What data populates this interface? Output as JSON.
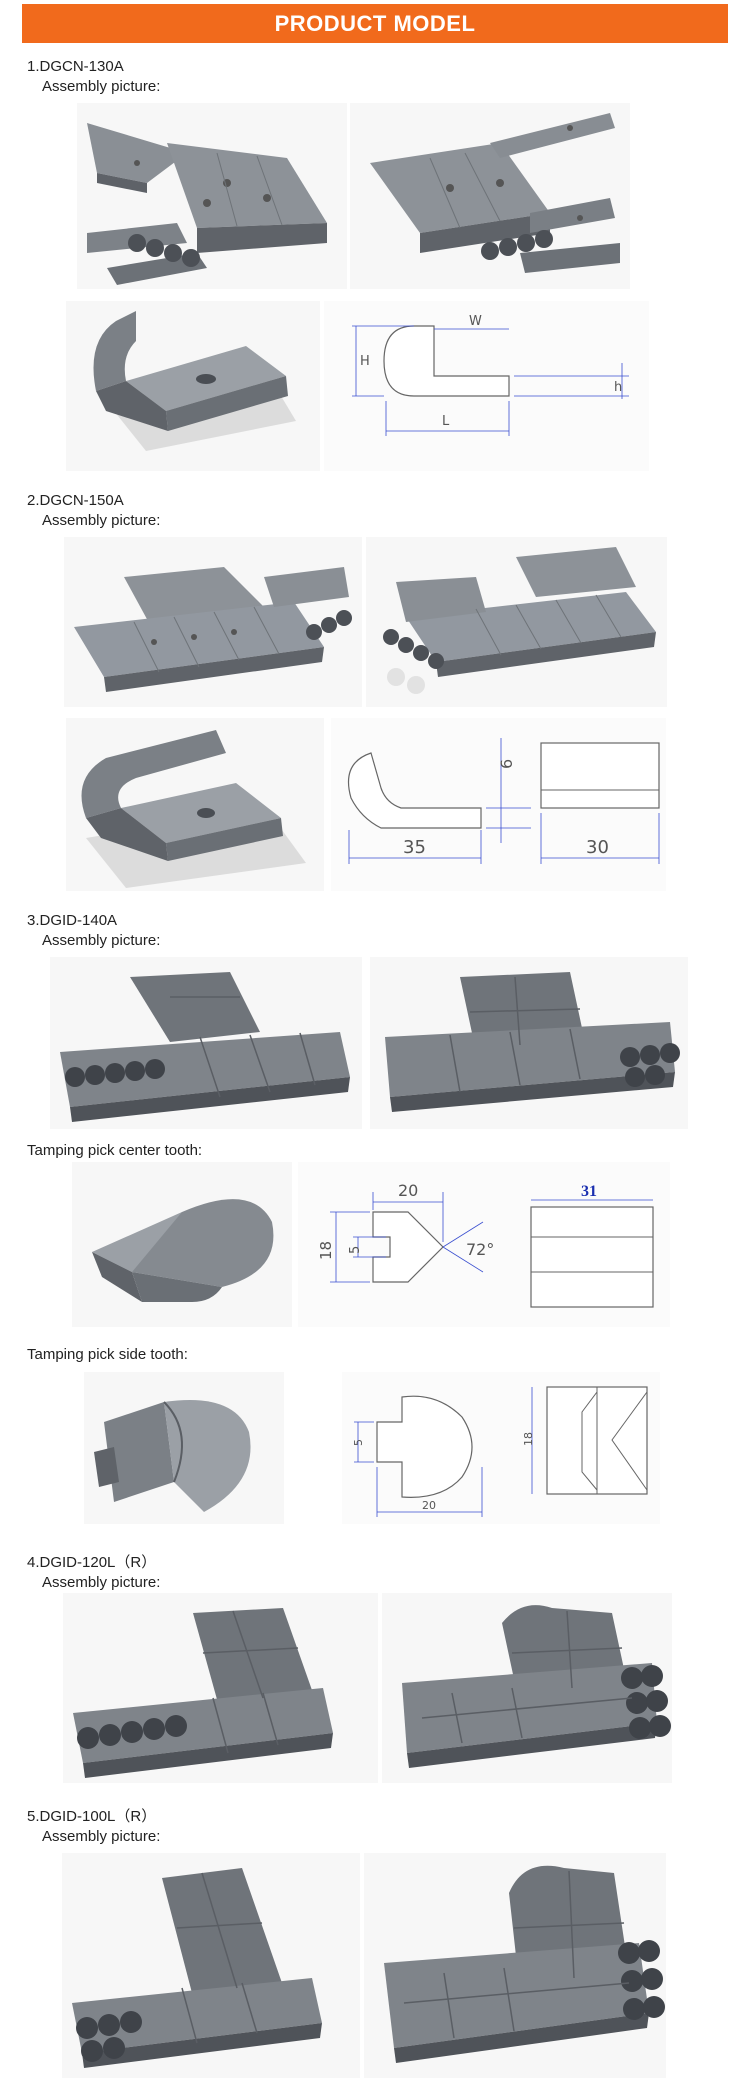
{
  "header": {
    "title": "PRODUCT  MODEL"
  },
  "sections": [
    {
      "title": "1.DGCN-130A",
      "assembly_label": "Assembly picture:"
    },
    {
      "title": "2.DGCN-150A",
      "assembly_label": "Assembly picture:"
    },
    {
      "title": "3.DGID-140A",
      "assembly_label": "Assembly picture:"
    },
    {
      "title": "4.DGID-120L（R）",
      "assembly_label": "Assembly picture:"
    },
    {
      "title": "5.DGID-100L（R）",
      "assembly_label": "Assembly picture:"
    }
  ],
  "subsections": {
    "center_tooth": "Tamping pick center tooth:",
    "side_tooth": "Tamping pick side tooth:"
  },
  "drawings": {
    "d1": {
      "w": "W",
      "h_upper": "H",
      "h_lower": "h",
      "l": "L"
    },
    "d2": {
      "height": "6",
      "length": "35",
      "width": "30"
    },
    "d3": {
      "top": "20",
      "height": "18",
      "gap": "5",
      "angle": "72°",
      "width": "31"
    },
    "d4": {
      "gap": "5",
      "height": "18",
      "length": "20"
    }
  },
  "colors": {
    "banner": "#f16a1c",
    "metal": "#7b8086",
    "metal_light": "#9ba0a6",
    "dim_line": "#3a4fd0"
  }
}
